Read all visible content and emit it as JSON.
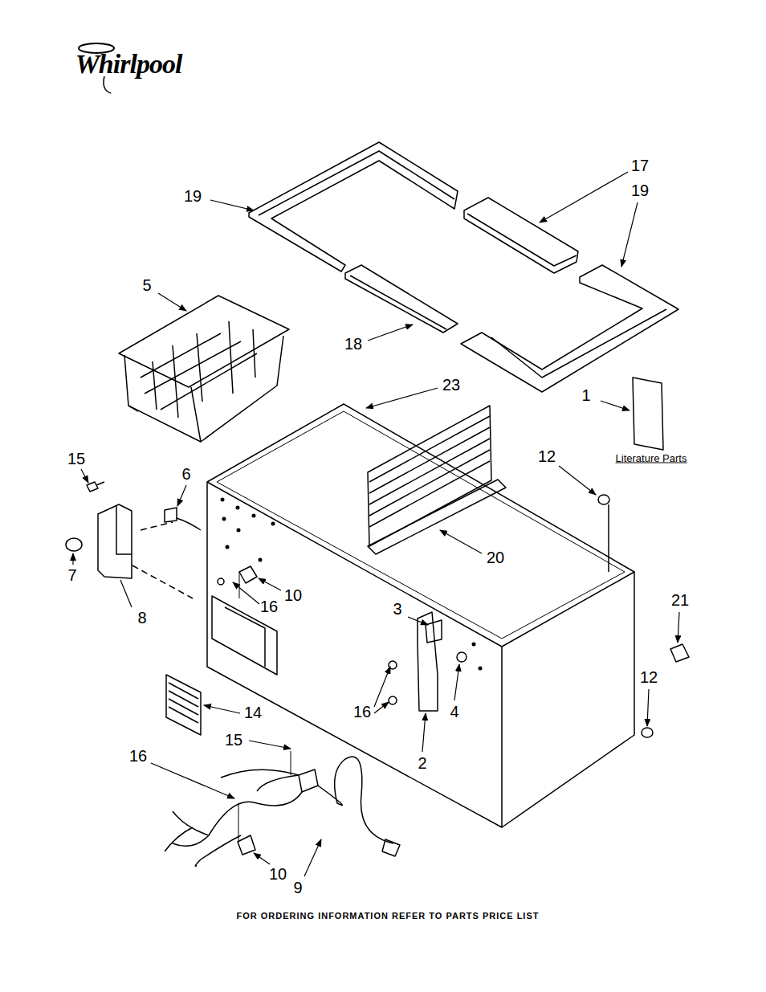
{
  "diagram": {
    "caption": "FOR ORDERING INFORMATION REFER TO PARTS PRICE LIST",
    "labels": [
      "Whirlpool",
      "19",
      "17",
      "19",
      "5",
      "18",
      "23",
      "1",
      "Literature Parts",
      "12",
      "15",
      "6",
      "7",
      "20",
      "8",
      "16",
      "10",
      "3",
      "21",
      "14",
      "16",
      "4",
      "12",
      "2",
      "15",
      "16",
      "10",
      "9"
    ]
  }
}
